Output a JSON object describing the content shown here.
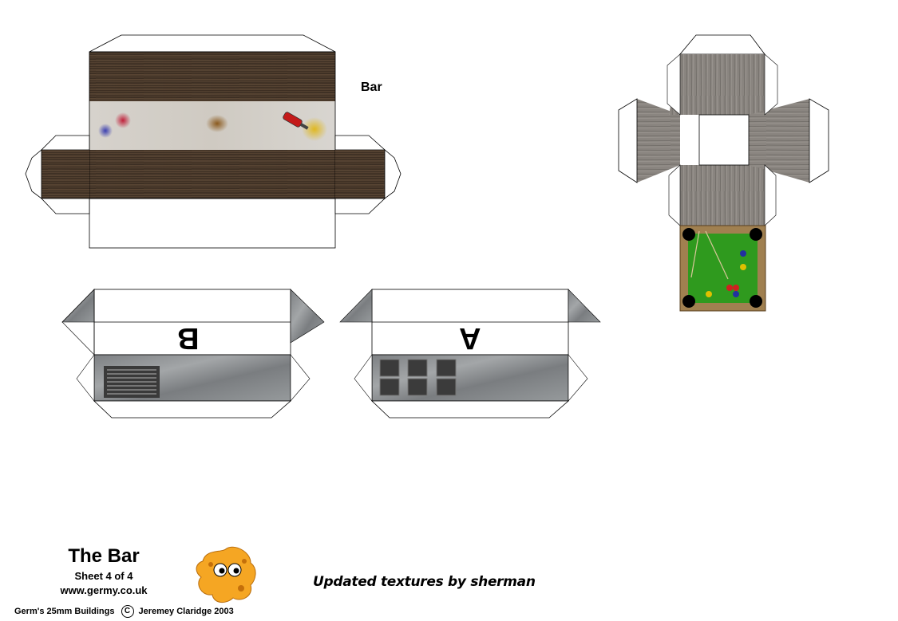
{
  "pieces": {
    "bar_label": "Bar",
    "wall_b_letter": "B",
    "wall_a_letter": "A"
  },
  "footer": {
    "title": "The Bar",
    "sheet": "Sheet 4 of 4",
    "website": "www.germy.co.uk",
    "series": "Germ's 25mm Buildings",
    "copyright_symbol": "C",
    "author": "Jeremey Claridge 2003",
    "credit": "Updated textures by sherman"
  },
  "colors": {
    "dark_wood": "#4a3a2c",
    "light_wood": "#8e8a85",
    "metal": "#8c8f91",
    "felt": "#2f9a1e",
    "mascot": "#f5a623"
  },
  "icons": [
    "bottle-icon",
    "germ-mascot-icon",
    "pool-ball-icon"
  ]
}
